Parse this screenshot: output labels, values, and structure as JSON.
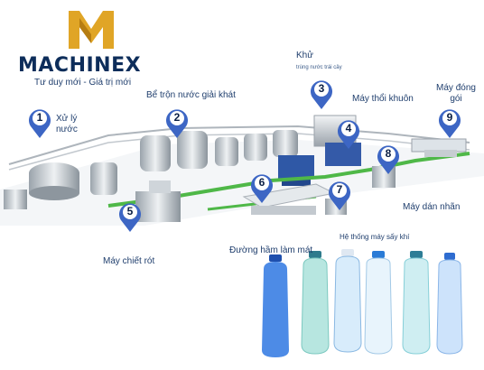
{
  "brand": {
    "name": "MACHINEX",
    "tagline": "Tư duy mới - Giá trị mới",
    "colors": {
      "navy": "#0d2d5a",
      "gold": "#e0a526",
      "pin": "#3d66c4"
    }
  },
  "stations": [
    {
      "number": "1",
      "label": "Xử lý nước"
    },
    {
      "number": "2",
      "label": "Bể trộn nước giải khát"
    },
    {
      "number": "3",
      "label": "Khử",
      "sublabel": "trùng nước trái cây"
    },
    {
      "number": "4",
      "label": "Máy thổi khuôn"
    },
    {
      "number": "5",
      "label": "Máy chiết rót"
    },
    {
      "number": "6",
      "label": "Đường hầm làm mát"
    },
    {
      "number": "7",
      "label": "Hệ thống máy sấy khí"
    },
    {
      "number": "8",
      "label": "Máy dán nhãn"
    },
    {
      "number": "9",
      "label": "Máy đóng gói"
    }
  ],
  "icons": {
    "pin": "location-pin-icon",
    "logo": "machinex-m-logo-icon"
  }
}
